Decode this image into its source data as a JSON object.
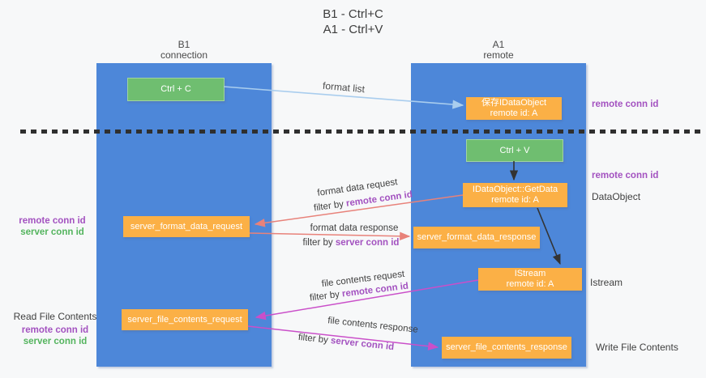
{
  "title": {
    "line1": "B1 - Ctrl+C",
    "line2": "A1 - Ctrl+V"
  },
  "columns": {
    "left": {
      "name": "B1",
      "role": "connection"
    },
    "right": {
      "name": "A1",
      "role": "remote"
    }
  },
  "nodes": {
    "ctrl_c": {
      "label": "Ctrl + C"
    },
    "save_idataobject": {
      "line1": "保存IDataObject",
      "line2": "remote id: A"
    },
    "ctrl_v": {
      "label": "Ctrl + V"
    },
    "getdata": {
      "line1": "IDataObject::GetData",
      "line2": "remote id: A"
    },
    "server_format_data_request": {
      "label": "server_format_data_request"
    },
    "server_format_data_response": {
      "label": "server_format_data_response"
    },
    "istream": {
      "line1": "IStream",
      "line2": "remote id: A"
    },
    "server_file_contents_request": {
      "label": "server_file_contents_request"
    },
    "server_file_contents_response": {
      "label": "server_file_contents_response"
    }
  },
  "flow_labels": {
    "format_list": "format list",
    "format_data_request": "format data request",
    "format_data_request_filter_prefix": "filter by ",
    "format_data_request_filter_key": "remote conn id",
    "format_data_response": "format data response",
    "format_data_response_filter_prefix": "filter by ",
    "format_data_response_filter_key": "server conn id",
    "file_contents_request": "file contents request",
    "file_contents_request_filter_prefix": "filter by ",
    "file_contents_request_filter_key": "remote conn id",
    "file_contents_response": "file contents response",
    "file_contents_response_filter_prefix": "filter by ",
    "file_contents_response_filter_key": "server conn id"
  },
  "side_labels": {
    "right_top_remote_conn_id": "remote conn id",
    "right_mid_remote_conn_id": "remote conn id",
    "right_dataobject": "DataObject",
    "right_istream": "Istream",
    "right_write_file": "Write File Contents",
    "left_mid_remote_conn_id": "remote conn id",
    "left_mid_server_conn_id": "server conn id",
    "left_read_file": "Read File Contents",
    "left_bottom_remote_conn_id": "remote conn id",
    "left_bottom_server_conn_id": "server conn id"
  },
  "colors": {
    "column_blue": "#4d87d9",
    "box_orange": "#fbb046",
    "box_green": "#6fbe70",
    "arrow_light_blue": "#a9cdee",
    "arrow_salmon": "#e8827a",
    "arrow_magenta": "#ca4fc9",
    "arrow_black": "#333333",
    "text_purple": "#a352c0",
    "text_green": "#54b45e",
    "text_dark": "#3f3f3f"
  }
}
